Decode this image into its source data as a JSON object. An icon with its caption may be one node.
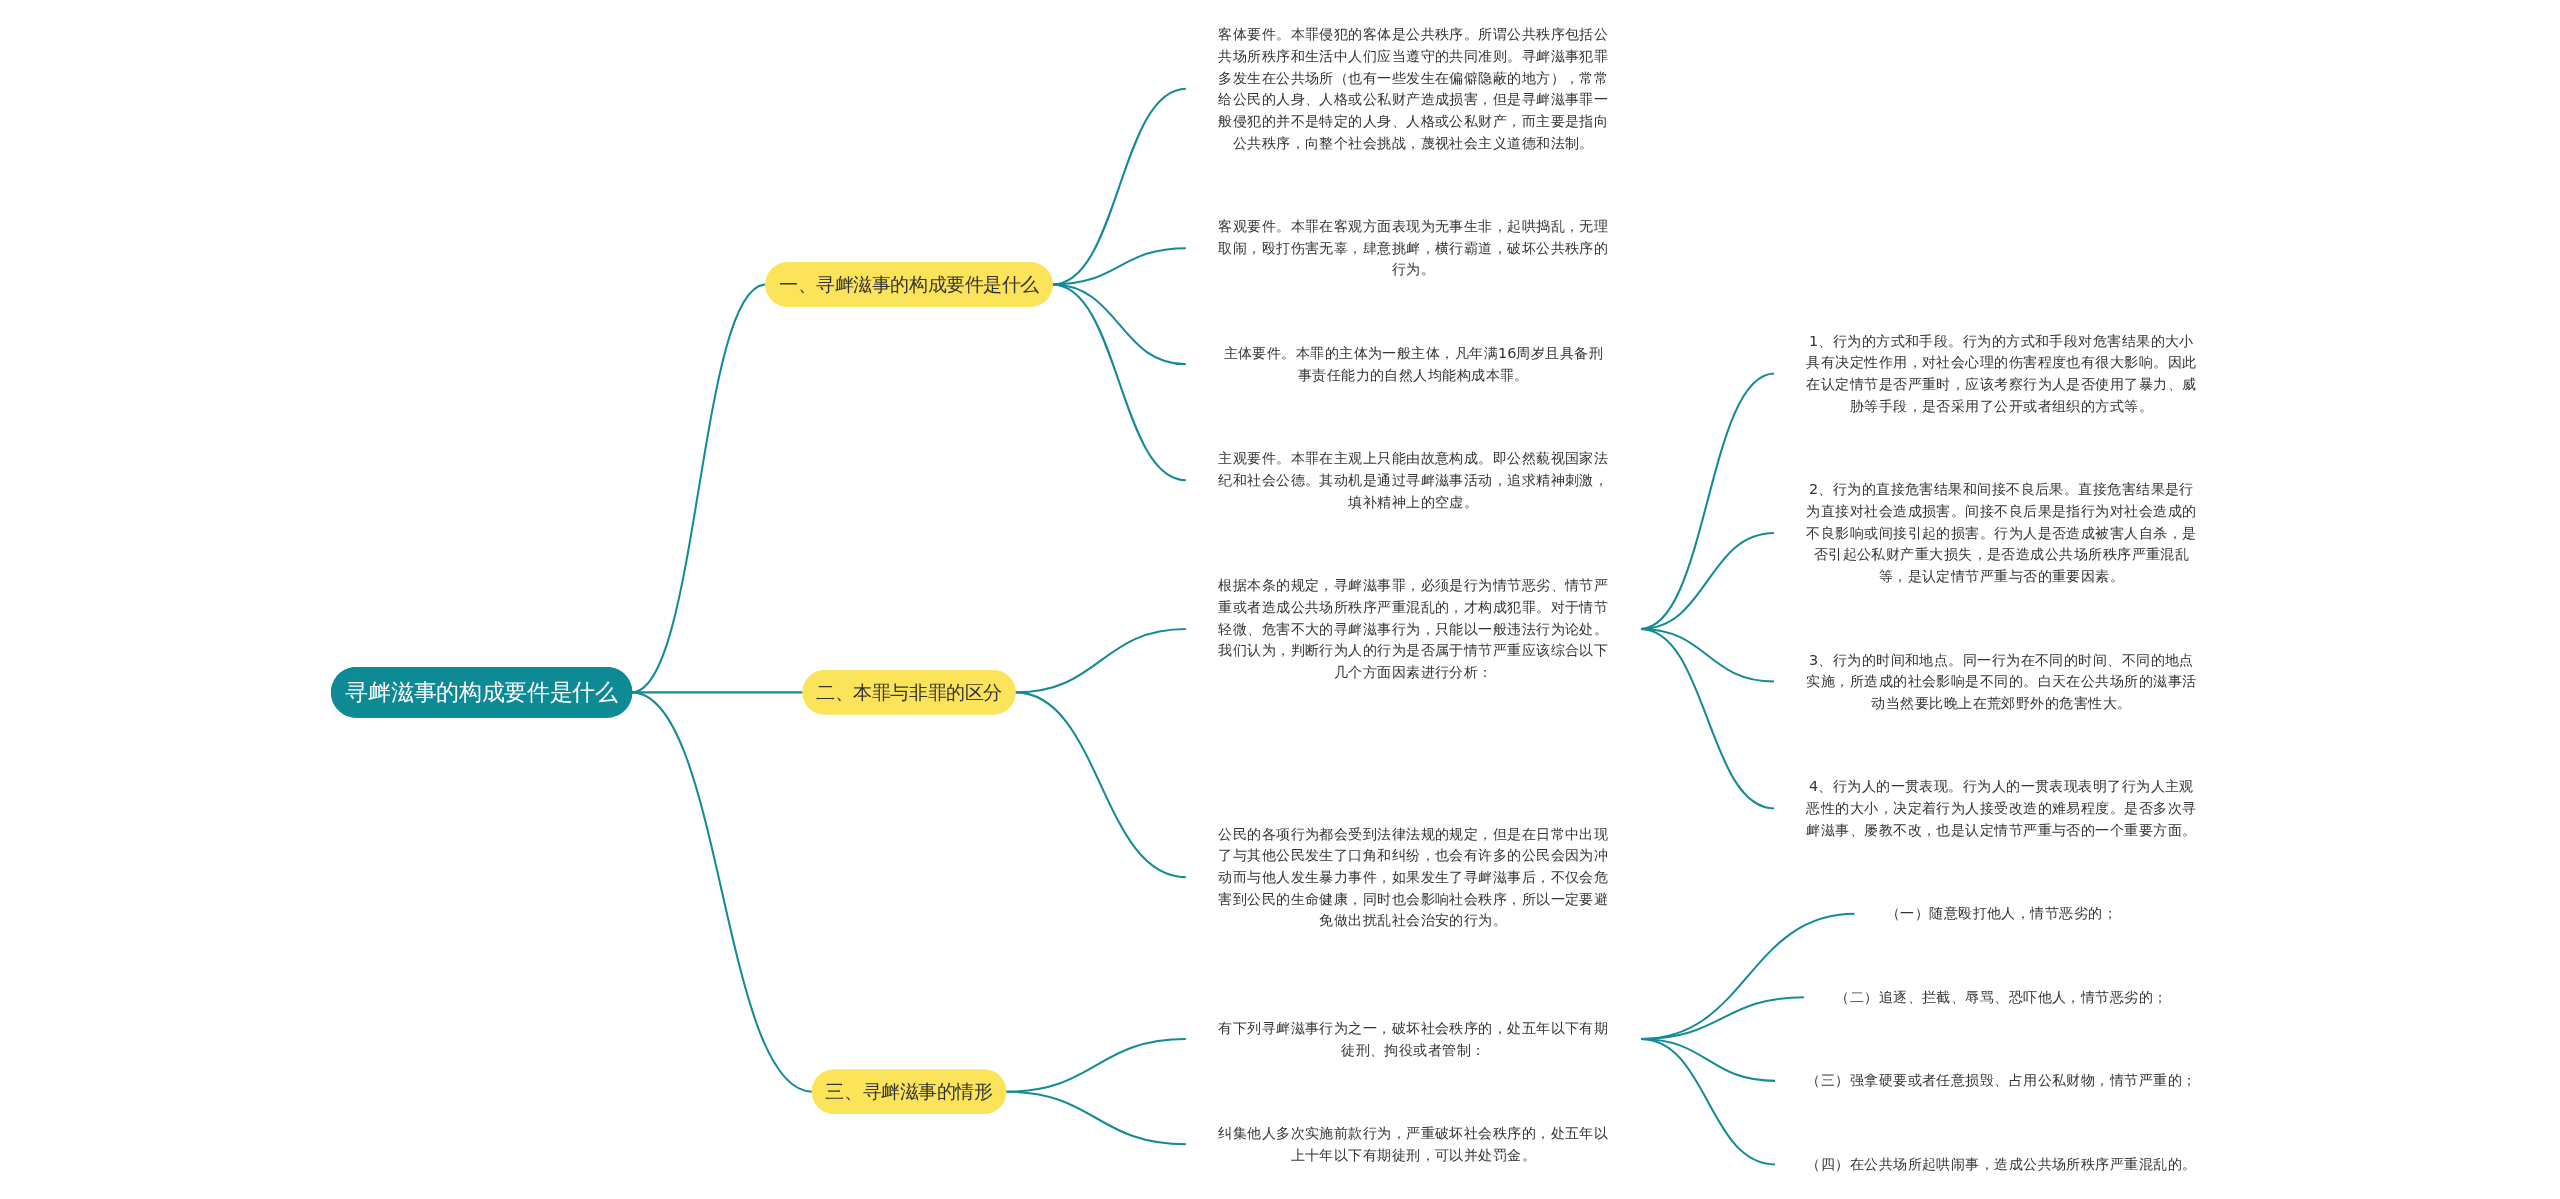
{
  "diagram": {
    "nodes": [
      {
        "text": [
          "寻衅滋事的构成要件是什么"
        ]
      },
      {
        "text": [
          "一、寻衅滋事的构成要件是什么"
        ]
      },
      {
        "text": [
          "客体要件。本罪侵犯的客体是公共秩序。所谓公共秩序包括公共场所秩序和生活中人们应当遵守的共同准则。寻衅滋事犯罪多发生在公共场所（也有一些发生在偏僻隐蔽的地方），常常给公民的人身、人格或公私财产造成损害，但是寻衅滋事罪一般侵犯的并不是特定的人身、人格或公私财产，而主要是指向公共秩序，向整个社会挑战，蔑视社会主义道德和法制。"
        ]
      },
      {
        "text": [
          "客观要件。本罪在客观方面表现为无事生非，起哄捣乱，无理取闹，殴打伤害无辜，肆意挑衅，横行霸道，破坏公共秩序的行为。"
        ]
      },
      {
        "text": [
          "主体要件。本罪的主体为一般主体，凡年满16周岁且具备刑事责任能力的自然人均能构成本罪。"
        ]
      },
      {
        "text": [
          "主观要件。本罪在主观上只能由故意构成。即公然藐视国家法纪和社会公德。其动机是通过寻衅滋事活动，追求精神刺激，填补精神上的空虚。"
        ]
      },
      {
        "text": [
          "二、本罪与非罪的区分"
        ]
      },
      {
        "text": [
          "根据本条的规定，寻衅滋事罪，必须是行为情节恶劣、情节严重或者造成公共场所秩序严重混乱的，才构成犯罪。对于情节轻微、危害不大的寻衅滋事行为，只能以一般违法行为论处。我们认为，判断行为人的行为是否属于情节严重应该综合以下几个方面因素进行分析："
        ]
      },
      {
        "text": [
          "1、行为的方式和手段。行为的方式和手段对危害结果的大小具有决定性作用，对社会心理的伤害程度也有很大影响。因此在认定情节是否严重时，应该考察行为人是否使用了暴力、威胁等手段，是否采用了公开或者组织的方式等。"
        ]
      },
      {
        "text": [
          "2、行为的直接危害结果和间接不良后果。直接危害结果是行为直接对社会造成损害。间接不良后果是指行为对社会造成的不良影响或间接引起的损害。行为人是否造成被害人自杀，是否引起公私财产重大损失，是否造成公共场所秩序严重混乱等，是认定情节严重与否的重要因素。"
        ]
      },
      {
        "text": [
          "3、行为的时间和地点。同一行为在不同的时间、不同的地点实施，所造成的社会影响是不同的。白天在公共场所的滋事活动当然要比晚上在荒郊野外的危害性大。"
        ]
      },
      {
        "text": [
          "4、行为人的一贯表现。行为人的一贯表现表明了行为人主观恶性的大小，决定着行为人接受改造的难易程度。是否多次寻衅滋事、屡教不改，也是认定情节严重与否的一个重要方面。"
        ]
      },
      {
        "text": [
          "公民的各项行为都会受到法律法规的规定，但是在日常中出现了与其他公民发生了口角和纠纷，也会有许多的公民会因为冲动而与他人发生暴力事件，如果发生了寻衅滋事后，不仅会危害到公民的生命健康，同时也会影响社会秩序，所以一定要避免做出扰乱社会治安的行为。"
        ]
      },
      {
        "text": [
          "三、寻衅滋事的情形"
        ]
      },
      {
        "text": [
          "有下列寻衅滋事行为之一，破坏社会秩序的，处五年以下有期徒刑、拘役或者管制："
        ]
      },
      {
        "text": [
          "（一）随意殴打他人，情节恶劣的；"
        ]
      },
      {
        "text": [
          "（二）追逐、拦截、辱骂、恐吓他人，情节恶劣的；"
        ]
      },
      {
        "text": [
          "（三）强拿硬要或者任意损毁、占用公私财物，情节严重的；"
        ]
      },
      {
        "text": [
          "（四）在公共场所起哄闹事，造成公共场所秩序严重混乱的。"
        ]
      },
      {
        "text": [
          "纠集他人多次实施前款行为，严重破坏社会秩序的，处五年以上十年以下有期徒刑，可以并处罚金。"
        ]
      }
    ],
    "edges": [
      {
        "from": 0,
        "to": 1,
        "arrow": "none"
      },
      {
        "from": 1,
        "to": 2,
        "arrow": "none"
      },
      {
        "from": 1,
        "to": 3,
        "arrow": "none"
      },
      {
        "from": 1,
        "to": 4,
        "arrow": "none"
      },
      {
        "from": 1,
        "to": 5,
        "arrow": "none"
      },
      {
        "from": 0,
        "to": 6,
        "arrow": "none"
      },
      {
        "from": 6,
        "to": 7,
        "arrow": "none"
      },
      {
        "from": 7,
        "to": 8,
        "arrow": "none"
      },
      {
        "from": 7,
        "to": 9,
        "arrow": "none"
      },
      {
        "from": 7,
        "to": 10,
        "arrow": "none"
      },
      {
        "from": 7,
        "to": 11,
        "arrow": "none"
      },
      {
        "from": 6,
        "to": 12,
        "arrow": "none"
      },
      {
        "from": 0,
        "to": 13,
        "arrow": "none"
      },
      {
        "from": 13,
        "to": 14,
        "arrow": "none"
      },
      {
        "from": 14,
        "to": 15,
        "arrow": "none"
      },
      {
        "from": 14,
        "to": 16,
        "arrow": "none"
      },
      {
        "from": 14,
        "to": 17,
        "arrow": "none"
      },
      {
        "from": 14,
        "to": 18,
        "arrow": "none"
      },
      {
        "from": 13,
        "to": 19,
        "arrow": "none"
      }
    ]
  }
}
